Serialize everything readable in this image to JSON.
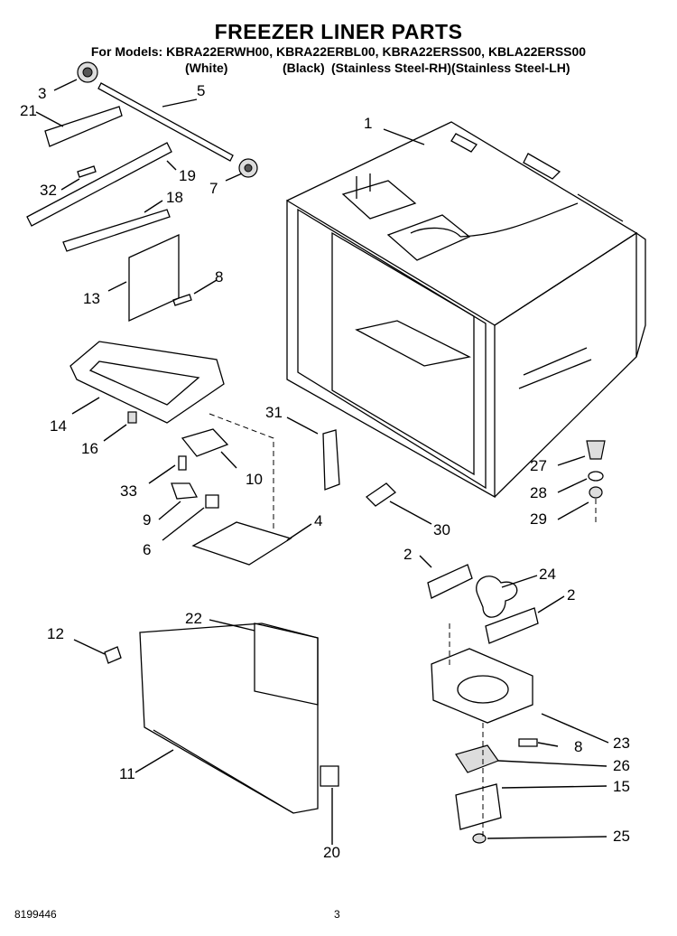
{
  "header": {
    "title": "FREEZER LINER PARTS",
    "models_line": "For Models: KBRA22ERWH00, KBRA22ERBL00, KBRA22ERSS00, KBLA22ERSS00",
    "variants": [
      "(White)",
      "(Black)",
      "(Stainless Steel-RH)(Stainless Steel-LH)"
    ]
  },
  "callouts": [
    "1",
    "2",
    "2",
    "3",
    "4",
    "5",
    "6",
    "7",
    "8",
    "8",
    "9",
    "10",
    "11",
    "12",
    "13",
    "14",
    "15",
    "16",
    "18",
    "19",
    "20",
    "21",
    "22",
    "23",
    "24",
    "25",
    "26",
    "27",
    "28",
    "29",
    "30",
    "31",
    "32",
    "33"
  ],
  "footer": {
    "doc_number": "8199446",
    "page_number": "3"
  }
}
